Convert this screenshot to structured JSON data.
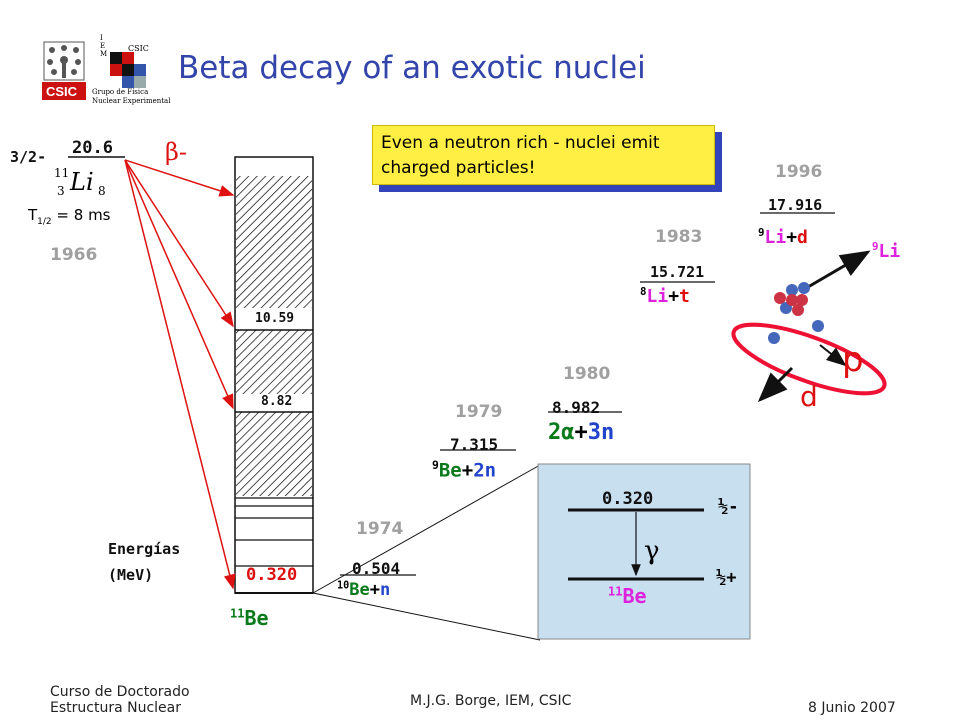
{
  "header": {
    "title": "Beta decay of an exotic nuclei",
    "logo_csic_text": "CSIC",
    "logo_iem_text": "CSIC",
    "logo_iem_letters": [
      "I",
      "E",
      "M"
    ],
    "logo_iem_caption_line1": "Grupo de Física",
    "logo_iem_caption_line2": "Nuclear Experimental"
  },
  "parent": {
    "spin": "3/2-",
    "qvalue": "20.6",
    "nucleus_mass": "11",
    "nucleus_z": "3",
    "nucleus_symbol": "Li",
    "nucleus_n": "8",
    "halflife_label": "T",
    "halflife_sub": "1/2",
    "halflife_value": " = 8 ms",
    "year": "1966",
    "decay_label": "β-"
  },
  "callout": {
    "text": "Even a neutron rich - nuclei emit charged particles!"
  },
  "daughter": {
    "levels": [
      "10.59",
      "8.82"
    ],
    "ground": "0.320",
    "name_mass": "11",
    "name_symbol": "Be",
    "energy_label_line1": "Energías",
    "energy_label_line2": "(MeV)"
  },
  "thresholds": [
    {
      "year": "1974",
      "energy": "0.504",
      "channel_mass": "10",
      "channel_a": "Be",
      "channel_plus": "+",
      "channel_b": "n"
    },
    {
      "year": "1979",
      "energy": "7.315",
      "channel_mass": "9",
      "channel_a": "Be",
      "channel_plus": "+",
      "channel_b": "2n"
    },
    {
      "year": "1980",
      "energy": "8.982",
      "channel_a": "2α",
      "channel_plus": "+",
      "channel_b": "3n"
    },
    {
      "year": "1983",
      "energy": "15.721",
      "channel_mass": "8",
      "channel_a": "Li",
      "channel_plus": "+",
      "channel_b": "t"
    },
    {
      "year": "1996",
      "energy": "17.916",
      "channel_mass": "9",
      "channel_a": "Li",
      "channel_plus": "+",
      "channel_b": "d"
    }
  ],
  "inset": {
    "upper_energy": "0.320",
    "upper_spin": "½-",
    "lower_spin": "½+",
    "gamma": "γ",
    "nucleus_mass": "11",
    "nucleus_symbol": "Be"
  },
  "cartoon": {
    "label_9li_mass": "9",
    "label_9li_symbol": "Li",
    "label_p": "p",
    "label_d": "d"
  },
  "footer": {
    "course_line1": "Curso de Doctorado",
    "course_line2": "Estructura Nuclear",
    "author": "M.J.G. Borge, IEM, CSIC",
    "date": "8 Junio 2007"
  },
  "colors": {
    "title": "#3344aa",
    "green": "#0a7a1a",
    "blue": "#2244cc",
    "red": "#dd1111",
    "magenta": "#dd22dd",
    "callout_bg": "#ffee44",
    "inset_bg": "#c8dff0"
  }
}
